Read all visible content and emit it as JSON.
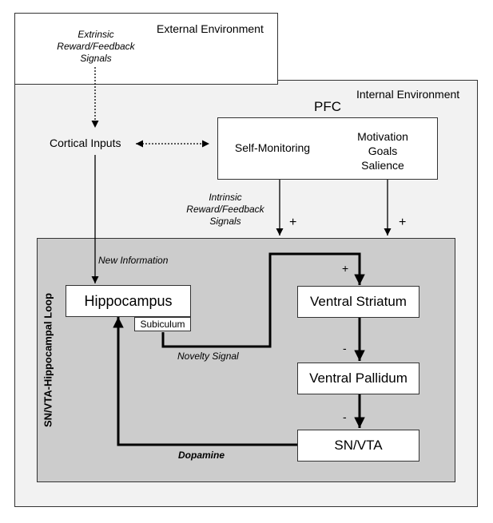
{
  "external_environment": {
    "title": "External Environment",
    "extrinsic_signals": [
      "Extrinsic",
      "Reward/Feedback",
      "Signals"
    ]
  },
  "internal_environment": {
    "title": "Internal Environment",
    "cortical_inputs": "Cortical Inputs",
    "pfc": {
      "title": "PFC",
      "self_monitoring": "Self-Monitoring",
      "right": [
        "Motivation",
        "Goals",
        "Salience"
      ]
    },
    "intrinsic_signals": [
      "Intrinsic",
      "Reward/Feedback",
      "Signals"
    ],
    "plus_left": "+",
    "plus_right": "+"
  },
  "loop": {
    "title": "SN/VTA-Hippocampal Loop",
    "new_information": "New Information",
    "hippocampus": "Hippocampus",
    "subiculum": "Subiculum",
    "novelty_signal": "Novelty Signal",
    "ventral_striatum": "Ventral Striatum",
    "ventral_pallidum": "Ventral Pallidum",
    "sn_vta": "SN/VTA",
    "dopamine": "Dopamine",
    "plus_striatum": "+",
    "minus_pallidum": "-",
    "minus_snvta": "-"
  }
}
